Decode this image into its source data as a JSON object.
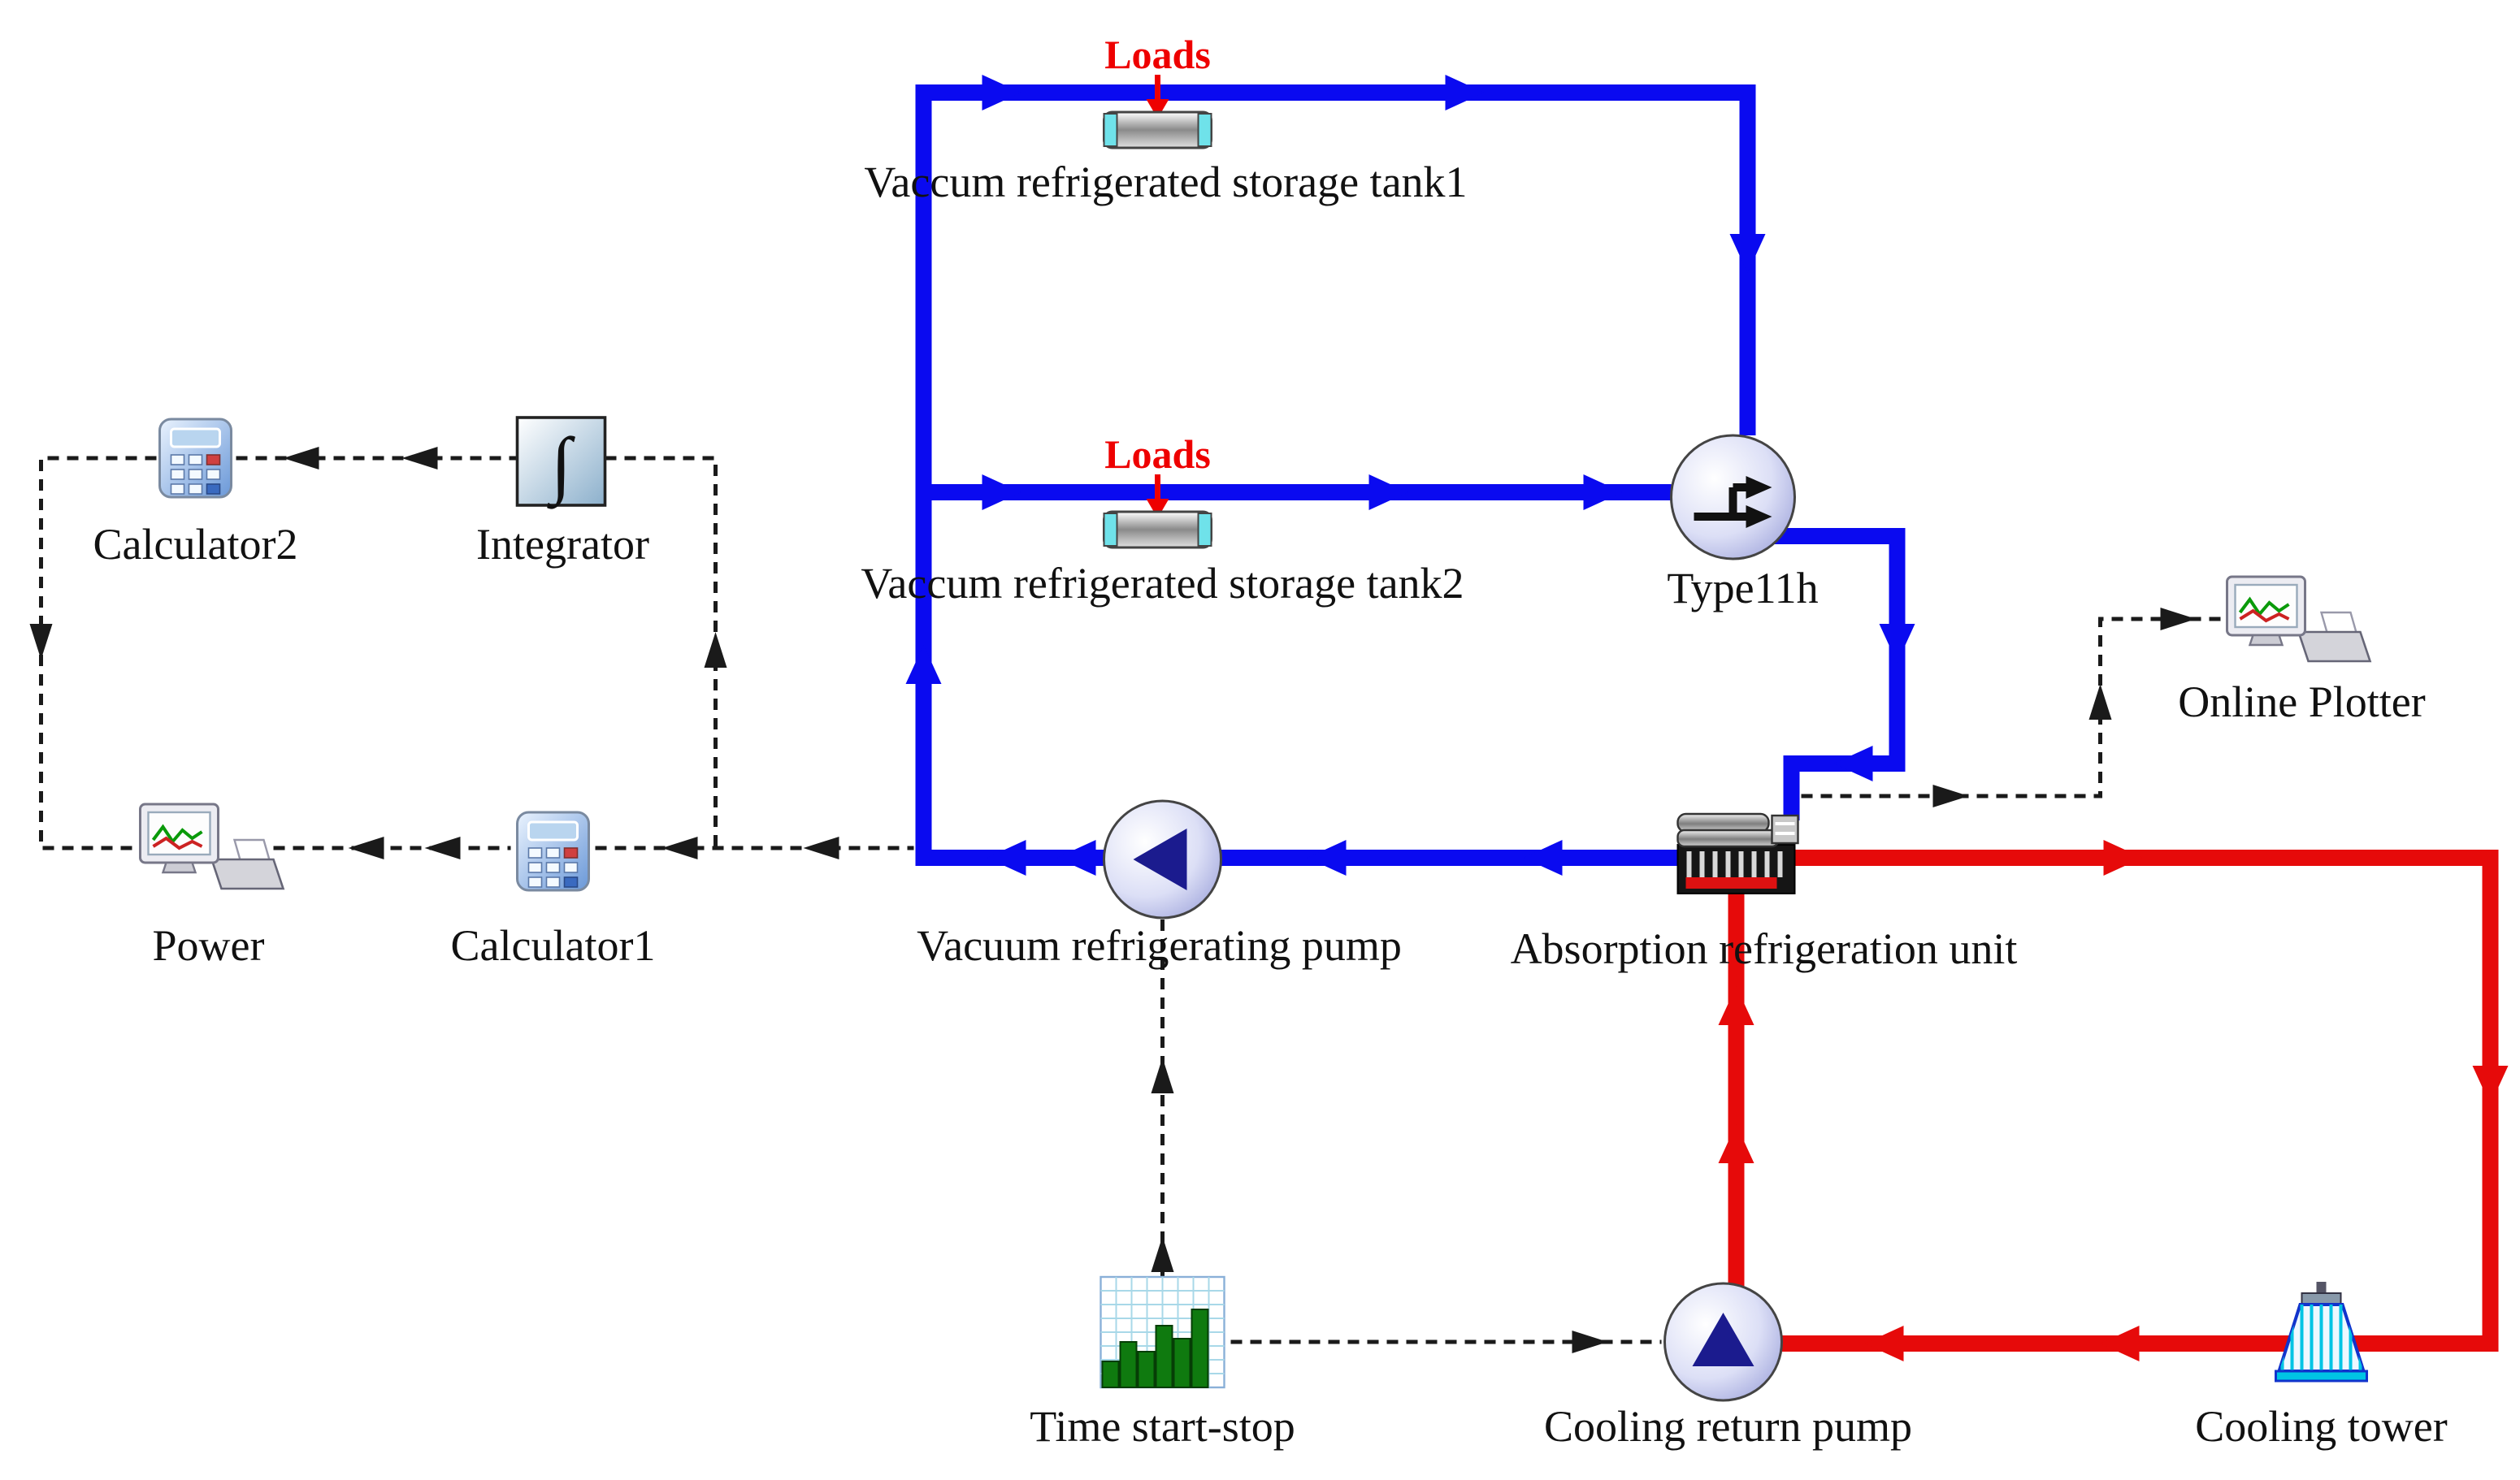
{
  "canvas": {
    "background": "#ffffff"
  },
  "colors": {
    "cold_pipe": "#0a0af0",
    "hot_pipe": "#e60a0a",
    "signal": "#1a1a1a",
    "loads_red": "#ee0000"
  },
  "components": {
    "tank1": {
      "label": "Vaccum refrigerated storage tank1",
      "loads": "Loads"
    },
    "tank2": {
      "label": "Vaccum refrigerated storage tank2",
      "loads": "Loads"
    },
    "type11h": {
      "label": "Type11h"
    },
    "calculator2": {
      "label": "Calculator2"
    },
    "integrator": {
      "label": "Integrator"
    },
    "online_plotter": {
      "label": "Online Plotter"
    },
    "power": {
      "label": "Power"
    },
    "calculator1": {
      "label": "Calculator1"
    },
    "vacuum_pump": {
      "label": "Vacuum refrigerating pump"
    },
    "absorption_unit": {
      "label": "Absorption refrigeration unit"
    },
    "time_start_stop": {
      "label": "Time start-stop"
    },
    "cooling_pump": {
      "label": "Cooling return pump"
    },
    "cooling_tower": {
      "label": "Cooling tower"
    }
  }
}
